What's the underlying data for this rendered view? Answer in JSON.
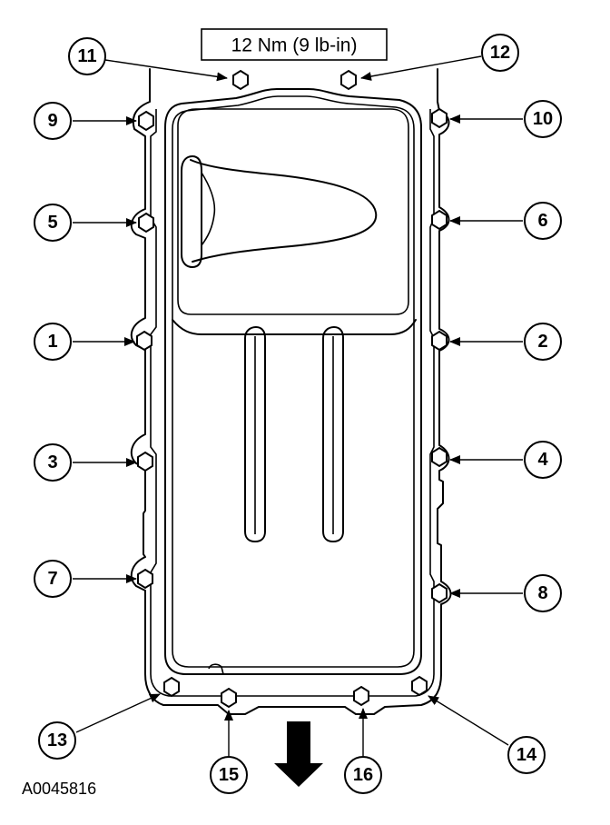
{
  "torque_spec": "12 Nm (9 lb-in)",
  "figure_id": "A0045816",
  "callouts": [
    "1",
    "2",
    "3",
    "4",
    "5",
    "6",
    "7",
    "8",
    "9",
    "10",
    "11",
    "12",
    "13",
    "14",
    "15",
    "16"
  ]
}
